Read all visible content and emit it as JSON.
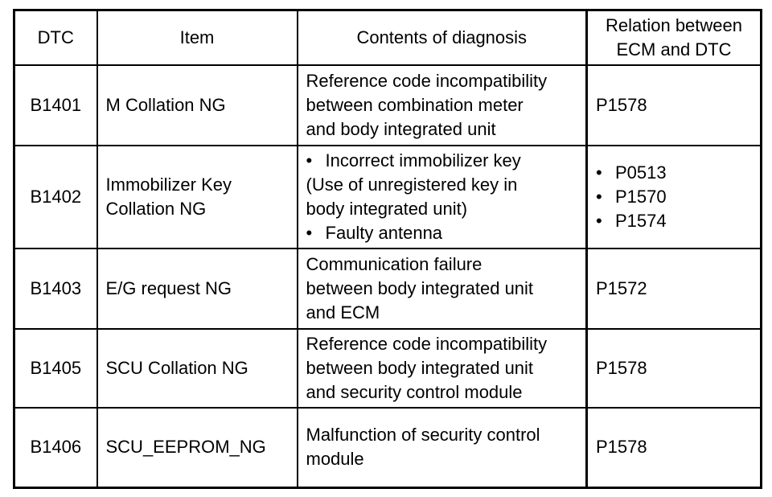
{
  "table": {
    "headers": {
      "dtc": "DTC",
      "item": "Item",
      "contents": "Contents of diagnosis",
      "relation_line1": "Relation between",
      "relation_line2": "ECM and DTC"
    },
    "rows": [
      {
        "dtc": "B1401",
        "item": [
          "M Collation NG"
        ],
        "contents": [
          {
            "bullet": "",
            "text": "Reference code incompatibility"
          },
          {
            "bullet": "",
            "text": "between combination meter"
          },
          {
            "bullet": "",
            "text": "and body integrated unit"
          }
        ],
        "relation": [
          {
            "bullet": "",
            "text": "P1578"
          }
        ]
      },
      {
        "dtc": "B1402",
        "item": [
          "Immobilizer Key",
          "Collation NG"
        ],
        "contents": [
          {
            "bullet": "•",
            "text": "Incorrect immobilizer key"
          },
          {
            "bullet": "",
            "text": "(Use of unregistered key in"
          },
          {
            "bullet": "",
            "text": "body integrated unit)"
          },
          {
            "bullet": "•",
            "text": "Faulty antenna"
          }
        ],
        "relation": [
          {
            "bullet": "•",
            "text": "P0513"
          },
          {
            "bullet": "•",
            "text": "P1570"
          },
          {
            "bullet": "•",
            "text": "P1574"
          }
        ]
      },
      {
        "dtc": "B1403",
        "item": [
          "E/G request NG"
        ],
        "contents": [
          {
            "bullet": "",
            "text": "Communication failure"
          },
          {
            "bullet": "",
            "text": "between body integrated unit"
          },
          {
            "bullet": "",
            "text": "and ECM"
          }
        ],
        "relation": [
          {
            "bullet": "",
            "text": "P1572"
          }
        ]
      },
      {
        "dtc": "B1405",
        "item": [
          "SCU Collation NG"
        ],
        "contents": [
          {
            "bullet": "",
            "text": "Reference code incompatibility"
          },
          {
            "bullet": "",
            "text": "between body integrated unit"
          },
          {
            "bullet": "",
            "text": "and security control module"
          }
        ],
        "relation": [
          {
            "bullet": "",
            "text": "P1578"
          }
        ]
      },
      {
        "dtc": "B1406",
        "item": [
          "SCU_EEPROM_NG"
        ],
        "contents": [
          {
            "bullet": "",
            "text": "Malfunction of security control"
          },
          {
            "bullet": "",
            "text": "module"
          }
        ],
        "relation": [
          {
            "bullet": "",
            "text": "P1578"
          }
        ]
      }
    ]
  }
}
